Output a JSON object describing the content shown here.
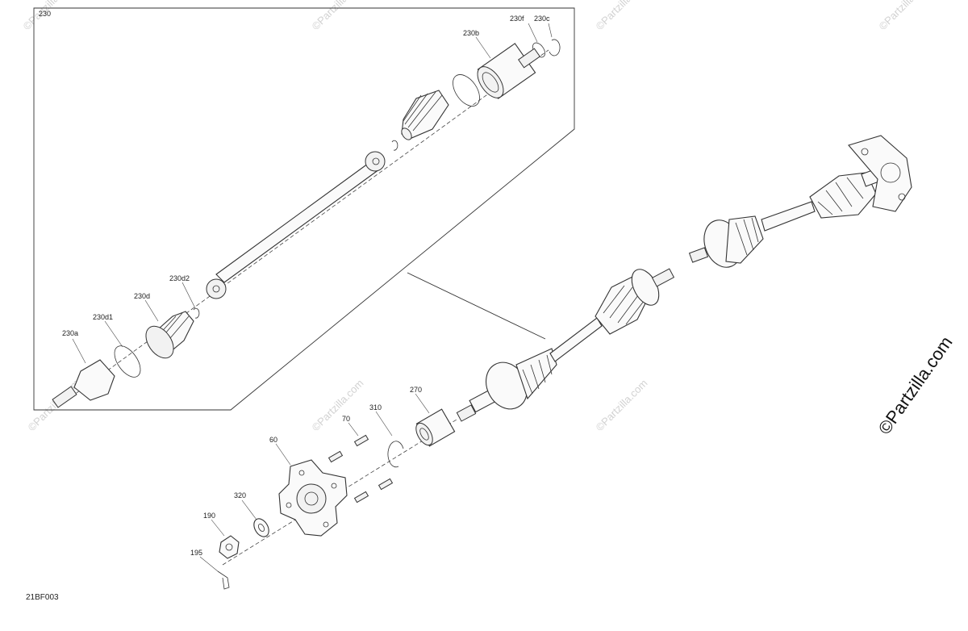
{
  "diagram": {
    "code": "21BF003",
    "brand_watermark": "©Partzilla.com",
    "faint_watermark": "©Partzilla.com",
    "callouts": {
      "c230": "230",
      "c230f": "230f",
      "c230c": "230c",
      "c230b": "230b",
      "c230d2": "230d2",
      "c230d": "230d",
      "c230d1": "230d1",
      "c230a": "230a",
      "c270": "270",
      "c310": "310",
      "c70": "70",
      "c60": "60",
      "c320": "320",
      "c190": "190",
      "c195": "195"
    }
  }
}
